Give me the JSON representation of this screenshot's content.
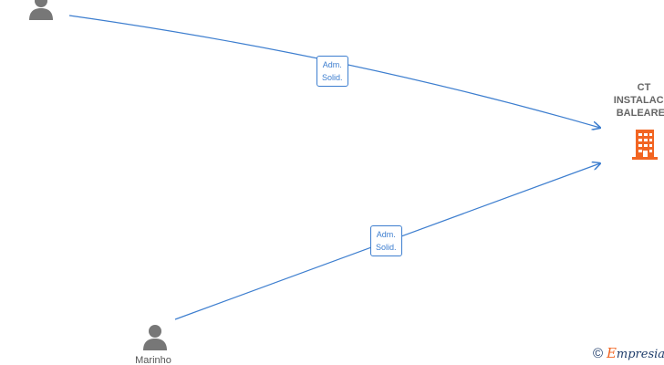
{
  "diagram": {
    "nodes": {
      "person_top": {
        "name": "",
        "icon": "person-icon"
      },
      "person_bottom": {
        "name": "Marinho",
        "icon": "person-icon"
      },
      "company": {
        "name_lines": [
          "CT",
          "INSTALACIO",
          "BALEARES"
        ],
        "icon": "building-icon"
      }
    },
    "edges": [
      {
        "from": "person_top",
        "to": "company",
        "label_lines": [
          "Adm.",
          "Solid."
        ]
      },
      {
        "from": "person_bottom",
        "to": "company",
        "label_lines": [
          "Adm.",
          "Solid."
        ]
      }
    ]
  },
  "watermark": {
    "copyright": "©",
    "brand_first": "E",
    "brand_rest": "mpresia"
  },
  "colors": {
    "edge": "#3d7ecf",
    "person": "#777777",
    "company_icon": "#f26522",
    "brand_e": "#f26522",
    "brand_text": "#1f3d6b"
  }
}
